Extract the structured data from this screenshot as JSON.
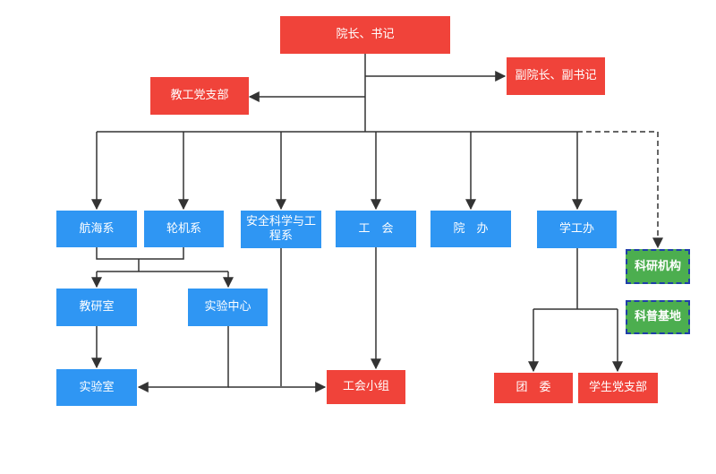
{
  "nodes": {
    "dean": "院长、书记",
    "vice_dean": "副院长、副书记",
    "faculty_party_branch": "教工党支部",
    "navigation_dept": "航海系",
    "marine_engineering_dept": "轮机系",
    "safety_science_dept": "安全科学与工程系",
    "labor_union": "工　会",
    "dean_office": "院　办",
    "student_affairs": "学工办",
    "research_institute": "科研机构",
    "science_base": "科普基地",
    "teaching_research_office": "教研室",
    "experiment_center": "实验中心",
    "laboratory": "实验室",
    "union_group": "工会小组",
    "youth_league": "团　委",
    "student_party_branch": "学生党支部"
  },
  "colors": {
    "leadership": "#f0433a",
    "department": "#2f96f3",
    "research": "#4cae4f",
    "research_border": "#1f3fa8",
    "connector": "#333333"
  }
}
